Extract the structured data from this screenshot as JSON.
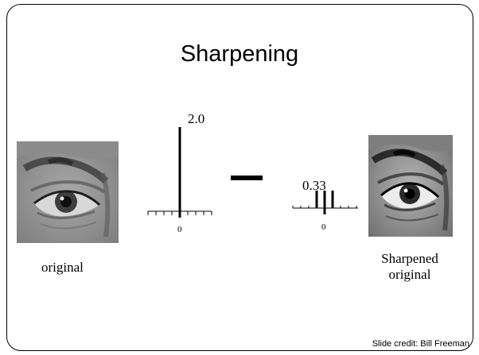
{
  "slide": {
    "title": "Sharpening",
    "credit": "Slide credit: Bill Freeman"
  },
  "left_image": {
    "caption": "original"
  },
  "right_image": {
    "caption_line1": "Sharpened",
    "caption_line2": "original"
  },
  "impulse": {
    "value_label": "2.0",
    "origin_label": "0"
  },
  "box_filter": {
    "value_label": "0.33",
    "origin_label": "0"
  },
  "operator": {
    "symbol": "minus"
  }
}
